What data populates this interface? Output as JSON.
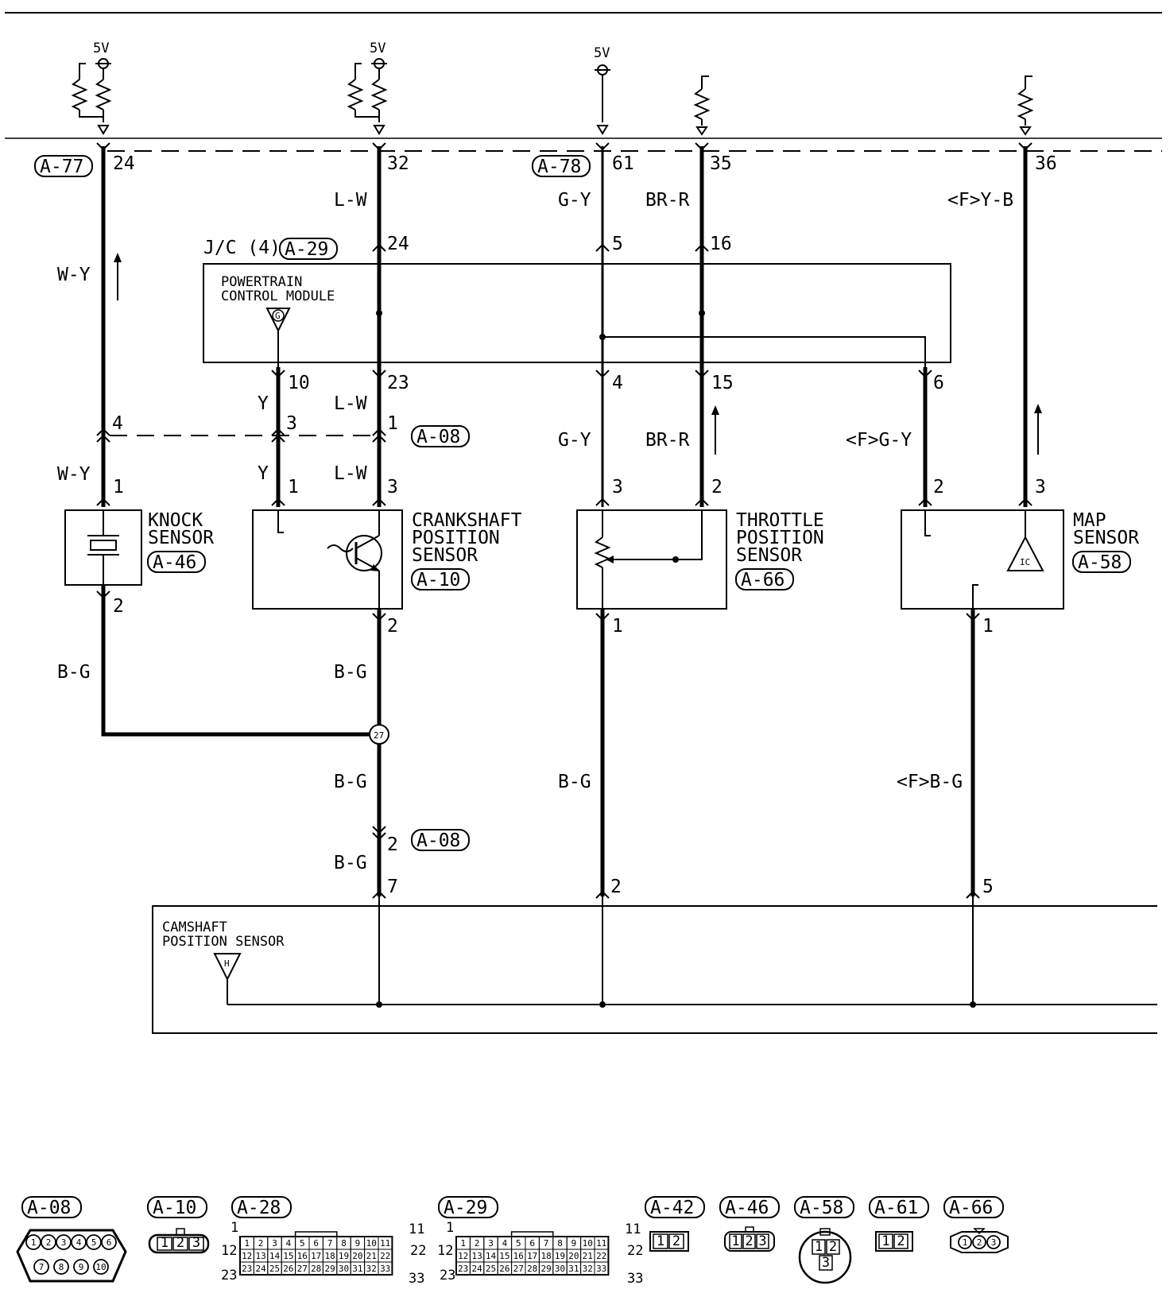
{
  "supplies": {
    "v5": "5V"
  },
  "wire_colors": {
    "wy": "W-Y",
    "lw": "L-W",
    "gy": "G-Y",
    "brr": "BR-R",
    "fyb": "<F>Y-B",
    "y": "Y",
    "fgy": "<F>G-Y",
    "bg": "B-G",
    "fbg": "<F>B-G"
  },
  "connectors": {
    "a77": "A-77",
    "a78": "A-78",
    "a29": "A-29",
    "a08": "A-08",
    "a46": "A-46",
    "a10": "A-10",
    "a66": "A-66",
    "a58": "A-58"
  },
  "jc_label": "J/C (4)",
  "pcm": {
    "line1": "POWERTRAIN",
    "line2": "CONTROL MODULE",
    "mark": "G"
  },
  "components": {
    "knock": [
      "KNOCK",
      "SENSOR"
    ],
    "crank": [
      "CRANKSHAFT",
      "POSITION",
      "SENSOR"
    ],
    "throttle": [
      "THROTTLE",
      "POSITION",
      "SENSOR"
    ],
    "map": [
      "MAP",
      "SENSOR"
    ],
    "ic": "IC",
    "cam": [
      "CAMSHAFT",
      "POSITION SENSOR"
    ],
    "cam_mark": "H"
  },
  "pins": {
    "p24": "24",
    "p32": "32",
    "p61": "61",
    "p35": "35",
    "p36": "36",
    "p5": "5",
    "p16": "16",
    "p10": "10",
    "p23": "23",
    "p4": "4",
    "p15": "15",
    "p6": "6",
    "p3": "3",
    "p1": "1",
    "p2": "2",
    "p7": "7",
    "p11": "11",
    "p12": "12",
    "p22": "22",
    "p33": "33",
    "splice": "27"
  },
  "connector_legend": {
    "labels": [
      "A-08",
      "A-10",
      "A-28",
      "A-29",
      "A-42",
      "A-46",
      "A-58",
      "A-61",
      "A-66"
    ],
    "a08_pins": [
      "1",
      "2",
      "3",
      "4",
      "5",
      "6",
      "7",
      "8",
      "9",
      "10"
    ],
    "three_pins": [
      "1",
      "2",
      "3"
    ],
    "a28_row1": [
      "1",
      "2",
      "3",
      "4",
      "5",
      "6",
      "7",
      "8",
      "9",
      "10",
      "11"
    ],
    "a28_row2": [
      "12",
      "13",
      "14",
      "15",
      "16",
      "17",
      "18",
      "19",
      "20",
      "21",
      "22"
    ],
    "a28_row3": [
      "23",
      "24",
      "25",
      "26",
      "27",
      "28",
      "29",
      "30",
      "31",
      "32",
      "33"
    ],
    "two_pins": [
      "1",
      "2"
    ]
  }
}
